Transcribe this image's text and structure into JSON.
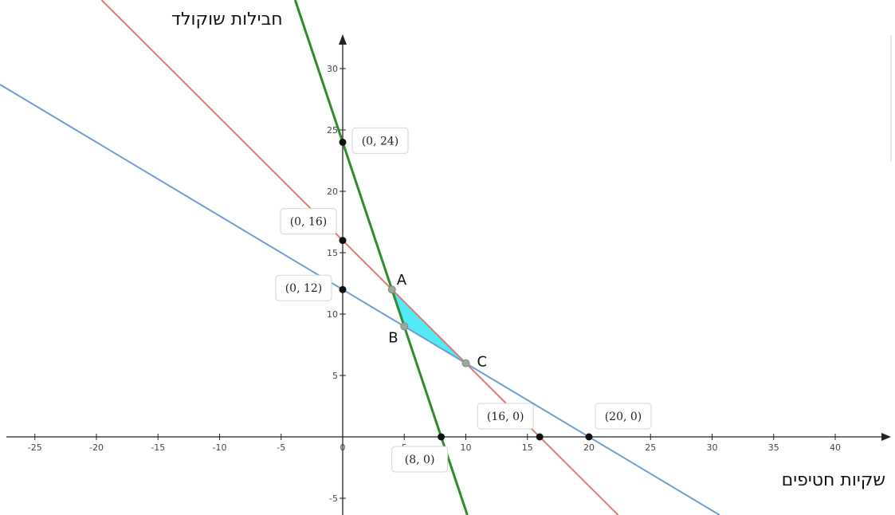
{
  "chart_data": {
    "type": "line",
    "y_title": "חבילות שוקולד",
    "x_title": "שקיות חטיפים",
    "xlim": [
      -27,
      44
    ],
    "ylim": [
      -7,
      32.5
    ],
    "x_ticks": [
      -25,
      -20,
      -15,
      -10,
      -5,
      0,
      5,
      10,
      15,
      20,
      25,
      30,
      35,
      40
    ],
    "x_tick_labels": [
      "-25",
      "-20",
      "-15",
      "-10",
      "-5",
      "0",
      "5",
      "10",
      "15",
      "20",
      "25",
      "30",
      "35",
      "40"
    ],
    "y_ticks": [
      -5,
      5,
      10,
      15,
      20,
      25,
      30
    ],
    "y_tick_labels": [
      "-5",
      "5",
      "10",
      "15",
      "20",
      "25",
      "30"
    ],
    "grid": false,
    "series": [
      {
        "color": "#2e8b2e",
        "points": [
          [
            0,
            24
          ],
          [
            8,
            0
          ]
        ]
      },
      {
        "color": "#e07a74",
        "points": [
          [
            0,
            16
          ],
          [
            16,
            0
          ]
        ]
      },
      {
        "color": "#6b9fd4",
        "points": [
          [
            0,
            12
          ],
          [
            20,
            0
          ]
        ]
      }
    ],
    "feasible_region": {
      "color": "#33e6f5",
      "points": [
        [
          4,
          12
        ],
        [
          5,
          9
        ],
        [
          10,
          6
        ]
      ]
    },
    "labeled_points": [
      {
        "x": 0,
        "y": 24,
        "label": "(0, 24)"
      },
      {
        "x": 0,
        "y": 16,
        "label": "(0, 16)"
      },
      {
        "x": 0,
        "y": 12,
        "label": "(0, 12)"
      },
      {
        "x": 8,
        "y": 0,
        "label": "(8, 0)"
      },
      {
        "x": 16,
        "y": 0,
        "label": "(16, 0)"
      },
      {
        "x": 20,
        "y": 0,
        "label": "(20, 0)"
      }
    ],
    "vertices": [
      {
        "x": 4,
        "y": 12,
        "label": "A"
      },
      {
        "x": 5,
        "y": 9,
        "label": "B"
      },
      {
        "x": 10,
        "y": 6,
        "label": "C"
      }
    ]
  }
}
